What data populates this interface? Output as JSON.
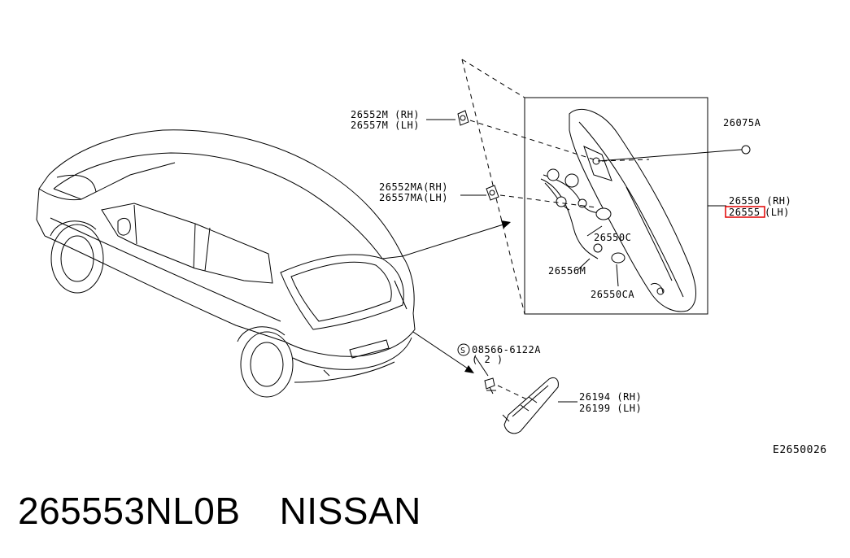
{
  "callouts": {
    "c26552M": "26552M (RH)",
    "c26557M": "26557M (LH)",
    "c26552MA": "26552MA(RH)",
    "c26557MA": "26557MA(LH)",
    "c26075A": "26075A",
    "c26550": "26550 (RH)",
    "c26555_num": "26555",
    "c26555_side": "(LH)",
    "c26550C": "26550C",
    "c26556M": "26556M",
    "c26550CA": "26550CA",
    "c08566": "08566-6122A",
    "c08566_qty": "( 2 )",
    "c08566_prefix": "S",
    "c26194": "26194 (RH)",
    "c26199": "26199 (LH)",
    "figure_id": "E2650026"
  },
  "highlight_color": "#e00000",
  "caption": {
    "part_number": "265553NL0B",
    "brand": "NISSAN"
  }
}
